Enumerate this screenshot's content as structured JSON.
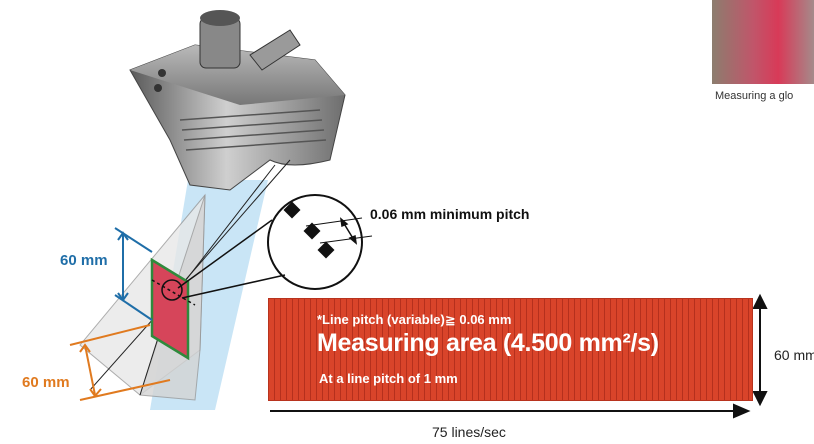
{
  "diagram": {
    "min_pitch_label": "0.06 mm minimum pitch",
    "height_label": "60 mm",
    "width_label": "60 mm",
    "photo_caption": "Measuring a glo",
    "area": {
      "line_pitch": "*Line pitch (variable)≧ 0.06 mm",
      "title": "Measuring area (4.500 mm²/s)",
      "note": "At a line pitch of 1 mm"
    },
    "side_label": "60 mm",
    "rate_label": "75 lines/sec"
  },
  "colors": {
    "height_dim": "#1f6ea8",
    "width_dim": "#e07a1f",
    "area_fill": "#d9442a",
    "scan_plane": "#d6455a",
    "beam": "#bfe0f4"
  }
}
